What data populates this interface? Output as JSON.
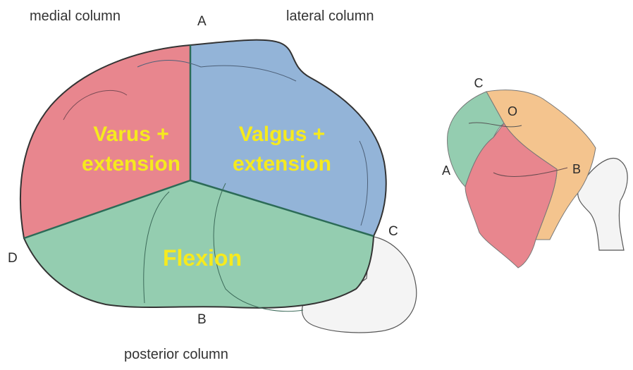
{
  "column_labels": {
    "medial": "medial column",
    "lateral": "lateral column",
    "posterior": "posterior column"
  },
  "main_points": {
    "a": "A",
    "b": "B",
    "c": "C",
    "d": "D"
  },
  "regions": {
    "varus": {
      "line1": "Varus +",
      "line2": "extension",
      "color": "#e8868e"
    },
    "valgus": {
      "line1": "Valgus +",
      "line2": "extension",
      "color": "#93b4d8"
    },
    "flexion": {
      "line1": "Flexion",
      "color": "#94cdb0"
    }
  },
  "region_text_color": "#f6ea1e",
  "side_points": {
    "a": "A",
    "b": "B",
    "c": "C",
    "o": "O"
  },
  "side_colors": {
    "orange": "#f4c48e",
    "green": "#94cdb0",
    "red": "#e8868e",
    "bone": "#f4f4f4"
  }
}
